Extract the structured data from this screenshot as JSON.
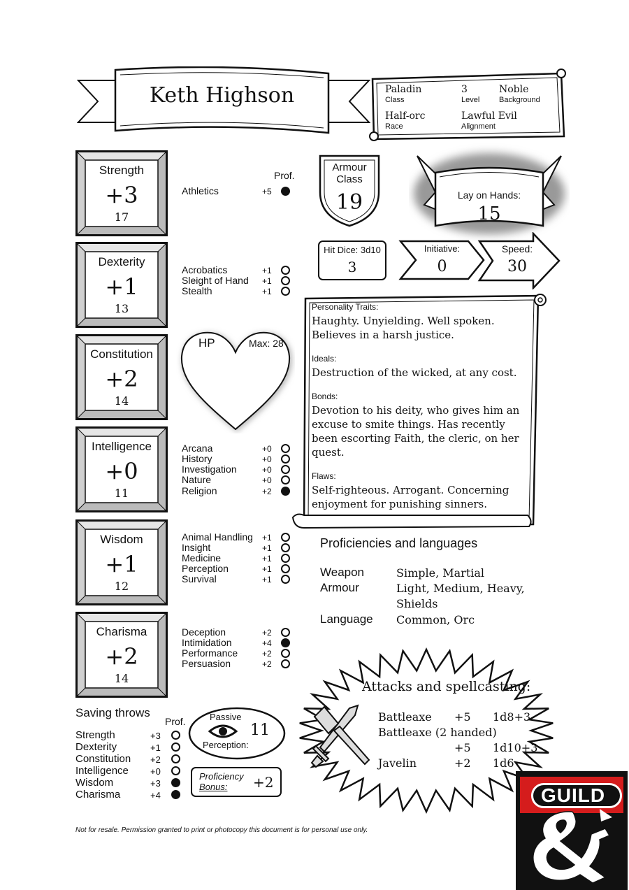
{
  "character": {
    "name": "Keth Highson",
    "class": "Paladin",
    "class_label": "Class",
    "level": "3",
    "level_label": "Level",
    "background": "Noble",
    "background_label": "Background",
    "race": "Half-orc",
    "race_label": "Race",
    "alignment": "Lawful Evil",
    "alignment_label": "Alignment"
  },
  "prof_header": "Prof.",
  "abilities": [
    {
      "name": "Strength",
      "mod": "+3",
      "score": "17"
    },
    {
      "name": "Dexterity",
      "mod": "+1",
      "score": "13"
    },
    {
      "name": "Constitution",
      "mod": "+2",
      "score": "14"
    },
    {
      "name": "Intelligence",
      "mod": "+0",
      "score": "11"
    },
    {
      "name": "Wisdom",
      "mod": "+1",
      "score": "12"
    },
    {
      "name": "Charisma",
      "mod": "+2",
      "score": "14"
    }
  ],
  "skills": [
    {
      "name": "Athletics",
      "bonus": "+5",
      "proficient": true
    },
    {
      "name": "Acrobatics",
      "bonus": "+1",
      "proficient": false
    },
    {
      "name": "Sleight of Hand",
      "bonus": "+1",
      "proficient": false
    },
    {
      "name": "Stealth",
      "bonus": "+1",
      "proficient": false
    },
    {
      "name": "Arcana",
      "bonus": "+0",
      "proficient": false
    },
    {
      "name": "History",
      "bonus": "+0",
      "proficient": false
    },
    {
      "name": "Investigation",
      "bonus": "+0",
      "proficient": false
    },
    {
      "name": "Nature",
      "bonus": "+0",
      "proficient": false
    },
    {
      "name": "Religion",
      "bonus": "+2",
      "proficient": true
    },
    {
      "name": "Animal Handling",
      "bonus": "+1",
      "proficient": false
    },
    {
      "name": "Insight",
      "bonus": "+1",
      "proficient": false
    },
    {
      "name": "Medicine",
      "bonus": "+1",
      "proficient": false
    },
    {
      "name": "Perception",
      "bonus": "+1",
      "proficient": false
    },
    {
      "name": "Survival",
      "bonus": "+1",
      "proficient": false
    },
    {
      "name": "Deception",
      "bonus": "+2",
      "proficient": false
    },
    {
      "name": "Intimidation",
      "bonus": "+4",
      "proficient": true
    },
    {
      "name": "Performance",
      "bonus": "+2",
      "proficient": false
    },
    {
      "name": "Persuasion",
      "bonus": "+2",
      "proficient": false
    }
  ],
  "armour": {
    "label1": "Armour",
    "label2": "Class",
    "value": "19"
  },
  "lay_on_hands": {
    "label": "Lay on Hands:",
    "value": "15"
  },
  "hit_dice": {
    "label": "Hit Dice: 3d10",
    "value": "3"
  },
  "initiative": {
    "label": "Initiative:",
    "value": "0"
  },
  "speed": {
    "label": "Speed:",
    "value": "30"
  },
  "hp": {
    "label": "HP",
    "max": "Max: 28"
  },
  "personality": {
    "traits_label": "Personality Traits:",
    "traits": "Haughty. Unyielding. Well spoken. Believes in a harsh justice.",
    "ideals_label": "Ideals:",
    "ideals": "Destruction of the wicked, at any cost.",
    "bonds_label": "Bonds:",
    "bonds": "Devotion to his deity, who gives him an excuse to smite things. Has recently been escorting Faith, the cleric, on her quest.",
    "flaws_label": "Flaws:",
    "flaws": "Self-righteous. Arrogant. Concerning enjoyment for punishing sinners."
  },
  "proficiencies": {
    "title": "Proficiencies and languages",
    "weapon_label": "Weapon",
    "weapon": "Simple, Martial",
    "armour_label": "Armour",
    "armour": "Light, Medium, Heavy, Shields",
    "language_label": "Language",
    "language": "Common, Orc"
  },
  "saving_throws": {
    "title": "Saving throws",
    "prof_label": "Prof.",
    "items": [
      {
        "name": "Strength",
        "bonus": "+3",
        "proficient": false
      },
      {
        "name": "Dexterity",
        "bonus": "+1",
        "proficient": false
      },
      {
        "name": "Constitution",
        "bonus": "+2",
        "proficient": false
      },
      {
        "name": "Intelligence",
        "bonus": "+0",
        "proficient": false
      },
      {
        "name": "Wisdom",
        "bonus": "+3",
        "proficient": true
      },
      {
        "name": "Charisma",
        "bonus": "+4",
        "proficient": true
      }
    ]
  },
  "passive": {
    "label_top": "Passive",
    "label_bottom": "Perception:",
    "value": "11"
  },
  "proficiency_bonus": {
    "label1": "Proficiency",
    "label2": "Bonus:",
    "value": "+2"
  },
  "attacks": {
    "title": "Attacks and spellcasting:",
    "rows": [
      {
        "name": "Battleaxe",
        "bonus": "+5",
        "damage": "1d8+3"
      },
      {
        "name": "Battleaxe (2 handed)",
        "bonus": "",
        "damage": ""
      },
      {
        "name": "",
        "bonus": "+5",
        "damage": "1d10+3"
      },
      {
        "name": "Javelin",
        "bonus": "+2",
        "damage": "1d6"
      }
    ]
  },
  "logo": {
    "text": "GUILD"
  },
  "footer": "Not for resale. Permission granted to print or photocopy this document is for personal use only."
}
